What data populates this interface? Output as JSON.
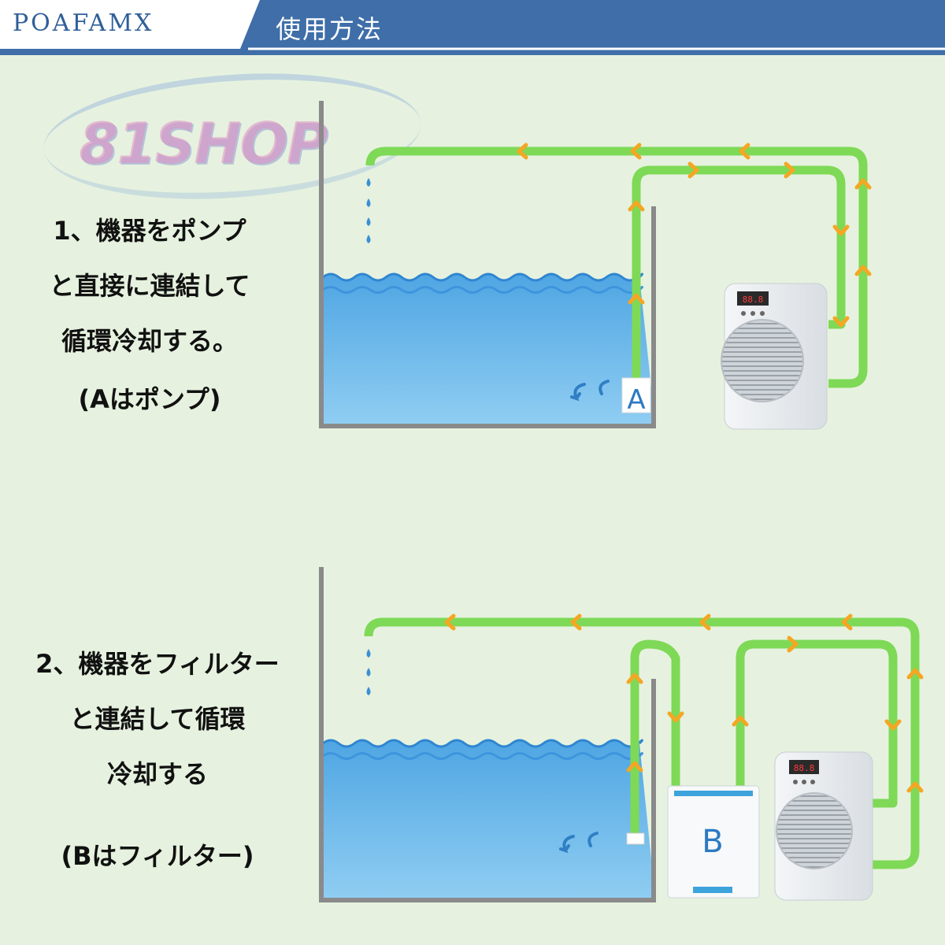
{
  "header": {
    "brand": "POAFAMX",
    "title": "使用方法"
  },
  "watermark": "81SHOP",
  "steps": [
    {
      "lines": [
        "1、機器をポンプ",
        "と直接に連結して",
        "循環冷却する。"
      ],
      "note": "(Aはポンプ)",
      "device_label": "A"
    },
    {
      "lines": [
        "2、機器をフィルター",
        "と連結して循環",
        "冷却する"
      ],
      "note": "(Bはフィルター)",
      "device_label": "B"
    }
  ],
  "colors": {
    "header_bar": "#3f6ea8",
    "pipe": "#7ed957",
    "arrow": "#f5a623",
    "water": "#5aaee6",
    "tank_wall": "#8a8a8a"
  },
  "icons": [
    "water-drop-icon",
    "current-arrow-icon",
    "flow-arrow-icon",
    "chiller-unit-icon",
    "filter-unit-icon"
  ]
}
